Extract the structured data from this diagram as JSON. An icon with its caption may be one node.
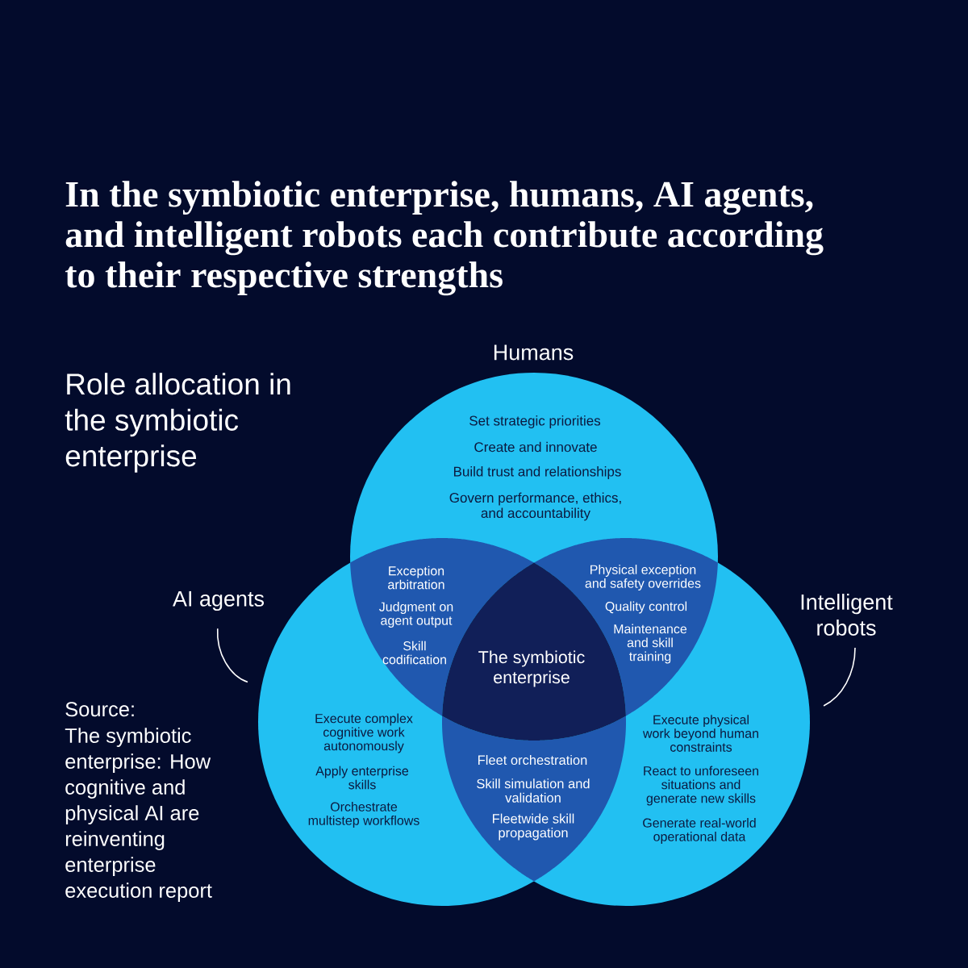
{
  "diagram": {
    "title": "In the symbiotic enterprise, humans, AI agents, and intelligent robots each contribute according to their respective strengths",
    "nodes": [
      {
        "text": [
          "Humans",
          "Set strategic priorities",
          "Create and innovate",
          "Build trust and relationships",
          "Govern performance, ethics, and accountability"
        ]
      },
      {
        "text": [
          "AI agents"
        ]
      },
      {
        "text": [
          "Execute complex cognitive work autonomously",
          "Apply enterprise skills",
          "Orchestrate multistep workflows"
        ]
      },
      {
        "text": [
          "Intelligent robots"
        ]
      },
      {
        "text": [
          "Execute physical work beyond human constraints",
          "React to unforeseen situations and generate new skills",
          "Generate real-world operational data"
        ]
      },
      {
        "text": [
          "Exception arbitration",
          "Judgment on agent output",
          "Skill codification"
        ]
      },
      {
        "text": [
          "Physical exception and safety overrides",
          "Quality control",
          "Maintenance and skill training"
        ]
      },
      {
        "text": [
          "The symbiotic enterprise"
        ]
      },
      {
        "text": [
          "Fleet orchestration",
          "Skill simulation and validation",
          "Fleetwide skill propagation"
        ]
      }
    ],
    "edges": [
      {
        "from": 1,
        "to": 2,
        "arrow": "none"
      },
      {
        "from": 3,
        "to": 4,
        "arrow": "none"
      }
    ],
    "labels": [
      "Role allocation in the symbiotic enterprise",
      "Source:",
      "The symbiotic enterprise: How cognitive and physical AI are reinventing enterprise execution report"
    ]
  }
}
